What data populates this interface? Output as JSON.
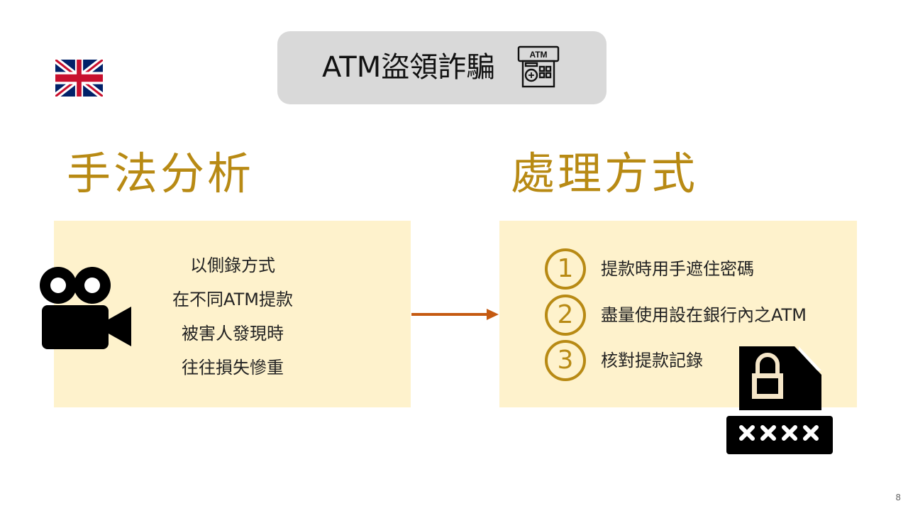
{
  "slide": {
    "title": "ATM盜領詐騙",
    "page_number": "8"
  },
  "left_section": {
    "heading": "手法分析",
    "lines": [
      "以側錄方式",
      "在不同ATM提款",
      "被害人發現時",
      "往往損失慘重"
    ]
  },
  "right_section": {
    "heading": "處理方式",
    "steps": [
      {
        "number": "1",
        "text": "提款時用手遮住密碼"
      },
      {
        "number": "2",
        "text": "盡量使用設在銀行內之ATM"
      },
      {
        "number": "3",
        "text": "核對提款記錄"
      }
    ]
  },
  "icons": {
    "flag": "uk-flag-icon",
    "atm": "atm-icon",
    "camera": "video-camera-icon",
    "arrow": "right-arrow-icon",
    "password_lock": "locked-document-password-icon"
  },
  "colors": {
    "heading": "#b88a14",
    "panel": "#fef2cc",
    "arrow": "#c55a11",
    "title_box": "#d9d9d9"
  }
}
